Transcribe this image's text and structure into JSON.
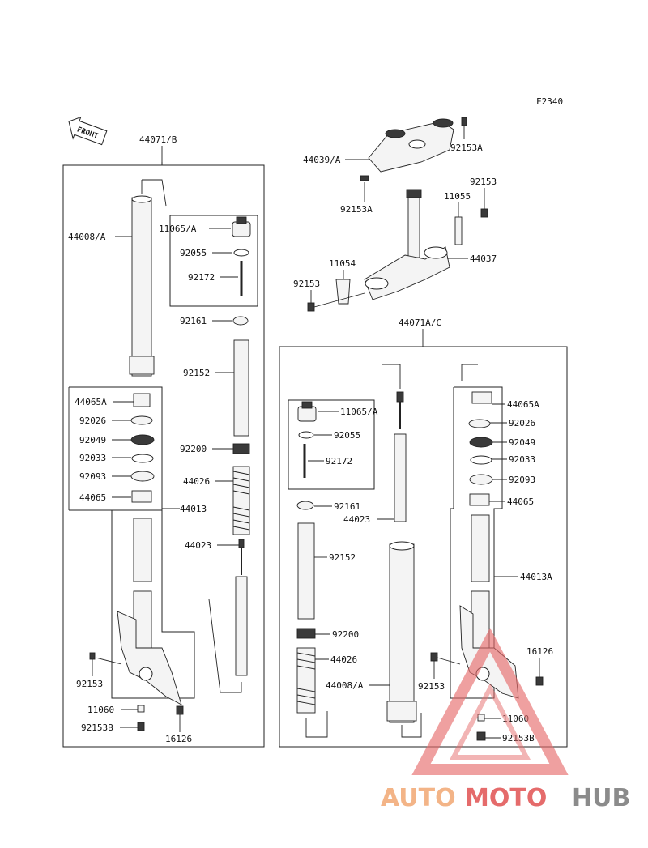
{
  "figure_code": "F2340",
  "front_badge": "FRONT",
  "labels": {
    "l_44071B": "44071/B",
    "l_44008A": "44008/A",
    "l_11065A": "11065/A",
    "l_92055": "92055",
    "l_92172": "92172",
    "l_92161": "92161",
    "l_92152": "92152",
    "l_44065A": "44065A",
    "l_92026": "92026",
    "l_92049": "92049",
    "l_92033": "92033",
    "l_92093": "92093",
    "l_44065": "44065",
    "l_92200": "92200",
    "l_44026": "44026",
    "l_44013": "44013",
    "l_44023": "44023",
    "l_92153L": "92153",
    "l_11060": "11060",
    "l_92153B": "92153B",
    "l_16126": "16126",
    "l_44039A": "44039/A",
    "l_92153A_top": "92153A",
    "l_92153A_mid": "92153A",
    "l_92153_tr": "92153",
    "l_11055": "11055",
    "l_44037": "44037",
    "l_11054": "11054",
    "l_92153_br": "92153",
    "l_44071AC": "44071A/C",
    "r_11065A": "11065/A",
    "r_92055": "92055",
    "r_92172": "92172",
    "r_92161": "92161",
    "r_44023": "44023",
    "r_92152": "92152",
    "r_92200": "92200",
    "r_44026": "44026",
    "r_44008A": "44008/A",
    "r_44065A": "44065A",
    "r_92026": "92026",
    "r_92049": "92049",
    "r_92033": "92033",
    "r_92093": "92093",
    "r_44065": "44065",
    "r_44013A": "44013A",
    "r_16126": "16126",
    "r_92153": "92153",
    "r_11060": "11060",
    "r_92153B": "92153B"
  },
  "watermark": {
    "part1": "AUTO",
    "part2": "MOTO",
    "part3": "HUB"
  }
}
